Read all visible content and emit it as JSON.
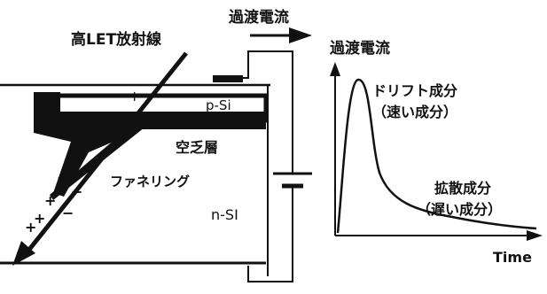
{
  "labels": {
    "radiation": "高LET放射線",
    "transient_current_top": "過渡電流",
    "transient_current_axis": "過渡電流",
    "p_si": "p-Si",
    "depletion_layer": "空乏層",
    "funneling": "ファネリング",
    "n_si": "n-SI",
    "drift_line1": "ドリフト成分",
    "drift_line2": "（速い成分）",
    "diffusion_line1": "拡散成分",
    "diffusion_line2": "（遅い成分）",
    "time_axis": "Time"
  },
  "charges": {
    "plus": "+",
    "minus": "−"
  },
  "colors": {
    "ink": "#111111",
    "background": "#ffffff"
  }
}
